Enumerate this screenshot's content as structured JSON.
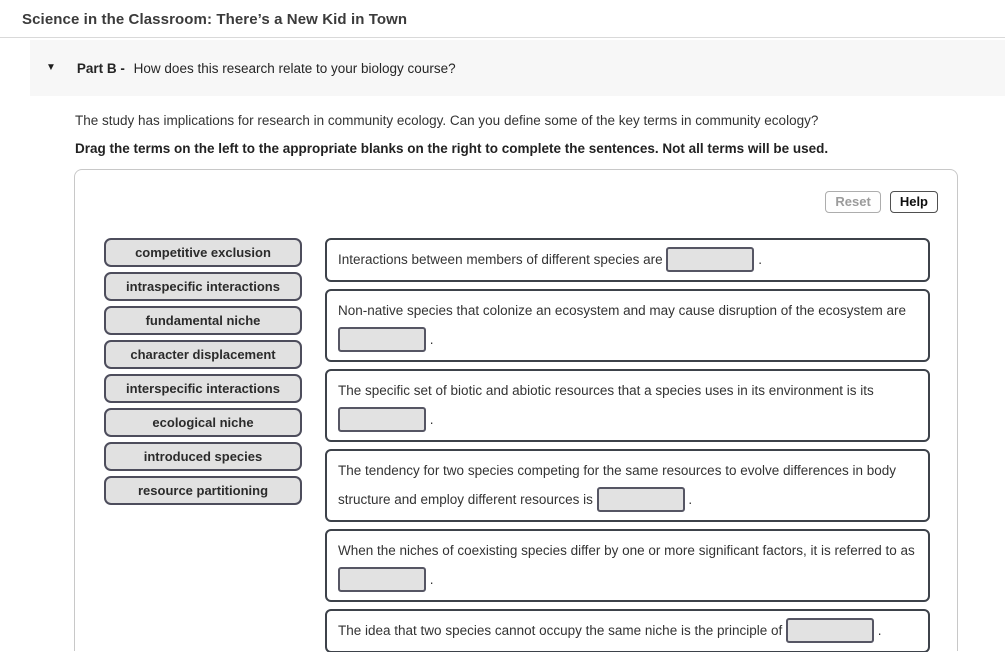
{
  "page": {
    "title": "Science in the Classroom: There’s a New Kid in Town"
  },
  "part_header": {
    "collapse_icon": "▼",
    "label": "Part B - ",
    "question": "How does this research relate to your biology course?"
  },
  "instructions": {
    "intro": "The study has implications for research in community ecology. Can you define some of the key terms in community ecology?",
    "directions": "Drag the terms on the left to the appropriate blanks on the right to complete the sentences. Not all terms will be used."
  },
  "activity": {
    "toolbar": {
      "reset_label": "Reset",
      "help_label": "Help"
    },
    "terms": [
      "competitive exclusion",
      "intraspecific interactions",
      "fundamental niche",
      "character displacement",
      "interspecific interactions",
      "ecological niche",
      "introduced species",
      "resource partitioning"
    ],
    "sentences": [
      {
        "before": "Interactions between members of different species are",
        "after": "."
      },
      {
        "before": "Non-native species that colonize an ecosystem and may cause disruption of the ecosystem are",
        "after": "."
      },
      {
        "before": "The specific set of biotic and abiotic resources that a species uses in its environment is its",
        "after": "."
      },
      {
        "before": "The tendency for two species competing for the same resources to evolve differences in body structure and employ different resources is",
        "after": "."
      },
      {
        "before": "When the niches of coexisting species differ by one or more significant factors, it is referred to as",
        "after": "."
      },
      {
        "before": "The idea that two species cannot occupy the same niche is the principle of",
        "after": "."
      }
    ],
    "blank_value": ""
  },
  "colors": {
    "chip_bg": "#e1e1e1",
    "chip_border": "#4d4d5c",
    "sentence_border": "#3d424a",
    "blank_bg": "#e2e2e2",
    "blank_border": "#565664",
    "part_bar_bg": "#f7f7f7"
  }
}
